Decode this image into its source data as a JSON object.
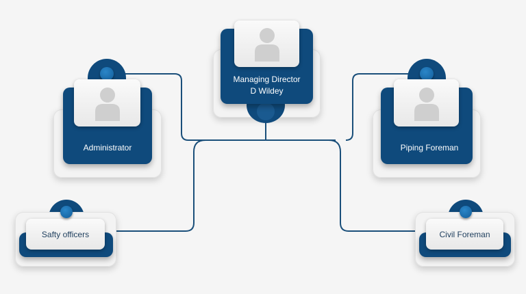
{
  "nodes": {
    "director": {
      "title": "Managing Director",
      "name": "D Wildey"
    },
    "administrator": {
      "title": "Administrator"
    },
    "piping": {
      "title": "Piping Foreman"
    },
    "safety": {
      "title": "Safty officers"
    },
    "civil": {
      "title": "Civil Foreman"
    }
  },
  "colors": {
    "primary": "#0f4a7c",
    "line": "#1a4f7a",
    "accent": "#2a86c8"
  }
}
